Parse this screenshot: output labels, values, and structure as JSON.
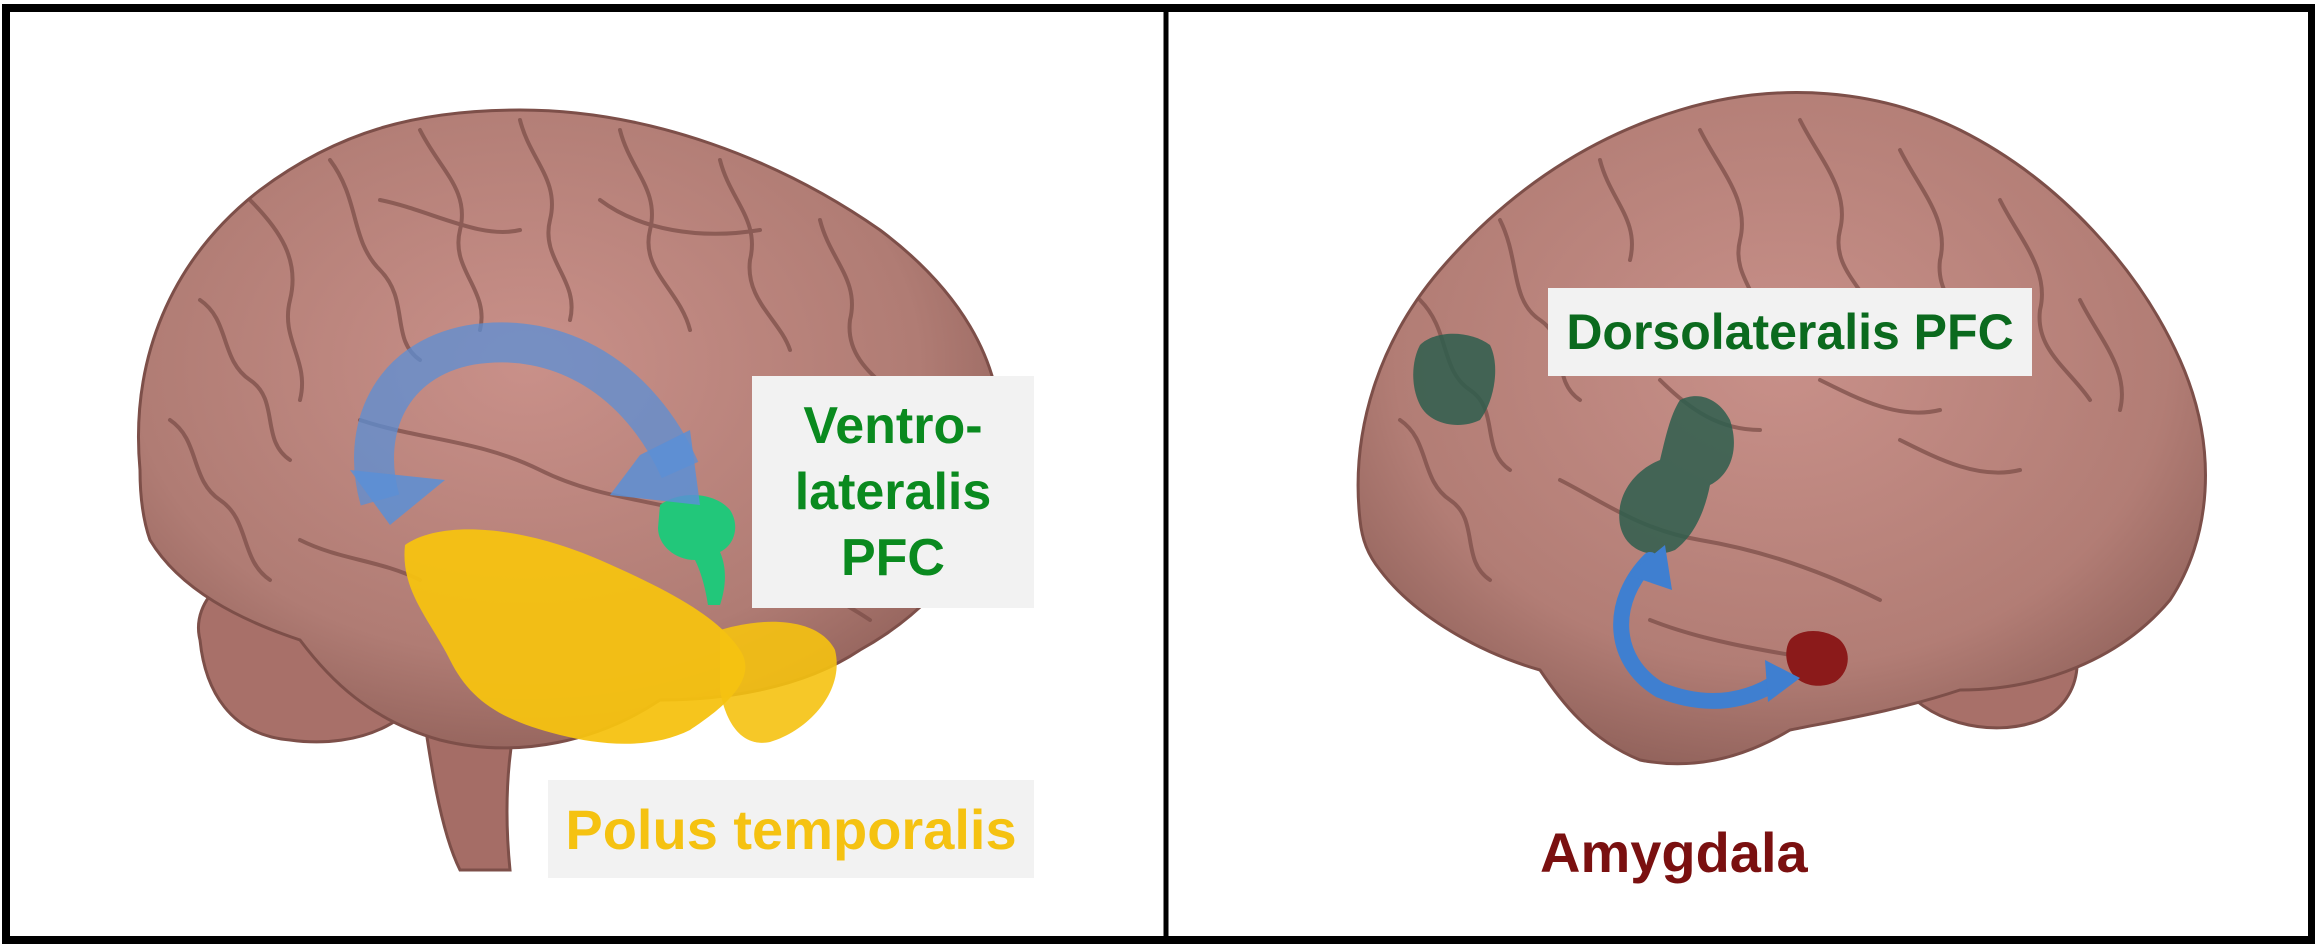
{
  "left_panel": {
    "labels": {
      "ventrolateral_line1": "Ventro-",
      "ventrolateral_line2": "lateralis",
      "ventrolateral_line3": "PFC",
      "polus_temporalis": "Polus temporalis"
    },
    "colors": {
      "ventrolateral_region": "#22c77a",
      "polus_region": "#f5c211",
      "arrow": "#5b8fd6",
      "brain": "#b47f78"
    }
  },
  "right_panel": {
    "labels": {
      "dorsolateral": "Dorsolateralis PFC",
      "amygdala": "Amygdala"
    },
    "colors": {
      "dorsolateral_region": "#2e5e4e",
      "amygdala_region": "#8b1a1a",
      "arrow": "#3f7fd0",
      "brain": "#b47f78"
    }
  }
}
